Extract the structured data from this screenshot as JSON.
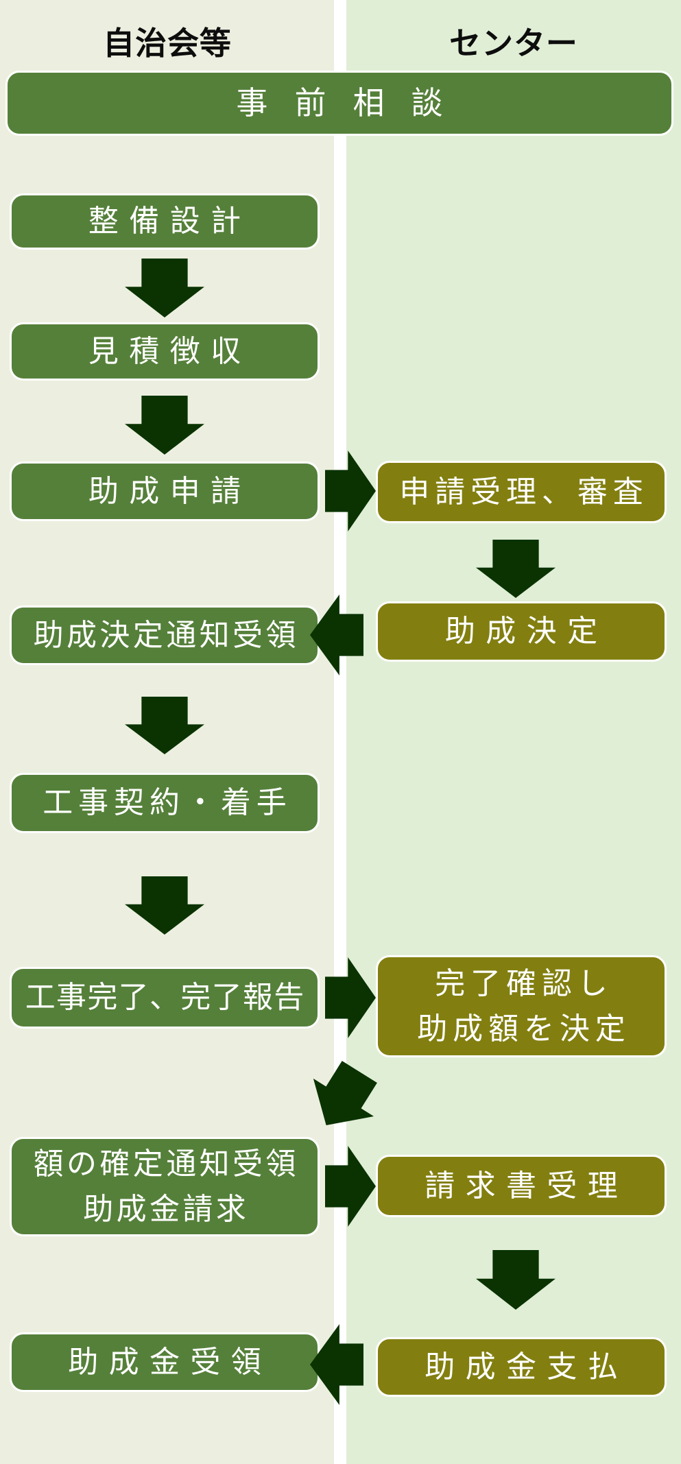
{
  "headers": {
    "left": "自治会等",
    "right": "センター"
  },
  "banner": {
    "label": "事前相談"
  },
  "left_steps": [
    {
      "label": "整備設計"
    },
    {
      "label": "見積徴収"
    },
    {
      "label": "助成申請"
    },
    {
      "label": "助成決定通知受領"
    },
    {
      "label": "工事契約・着手"
    },
    {
      "label": "工事完了、完了報告"
    },
    {
      "label": "額の確定通知受領",
      "label2": "助成金請求"
    },
    {
      "label": "助成金受領"
    }
  ],
  "right_steps": [
    {
      "label": "申請受理、審査"
    },
    {
      "label": "助成決定"
    },
    {
      "label": "完了確認し",
      "label2": "助成額を決定"
    },
    {
      "label": "請求書受理"
    },
    {
      "label": "助成金支払"
    }
  ],
  "colors": {
    "left_column_bg": "#ECEFDF",
    "right_column_bg": "#E0EED6",
    "divider": "#FFFFFF",
    "green_box": "#55803A",
    "olive_box": "#827F10",
    "arrow": "#0A3301",
    "box_text": "#FFFFFF",
    "header_text": "#0D0D0D"
  }
}
